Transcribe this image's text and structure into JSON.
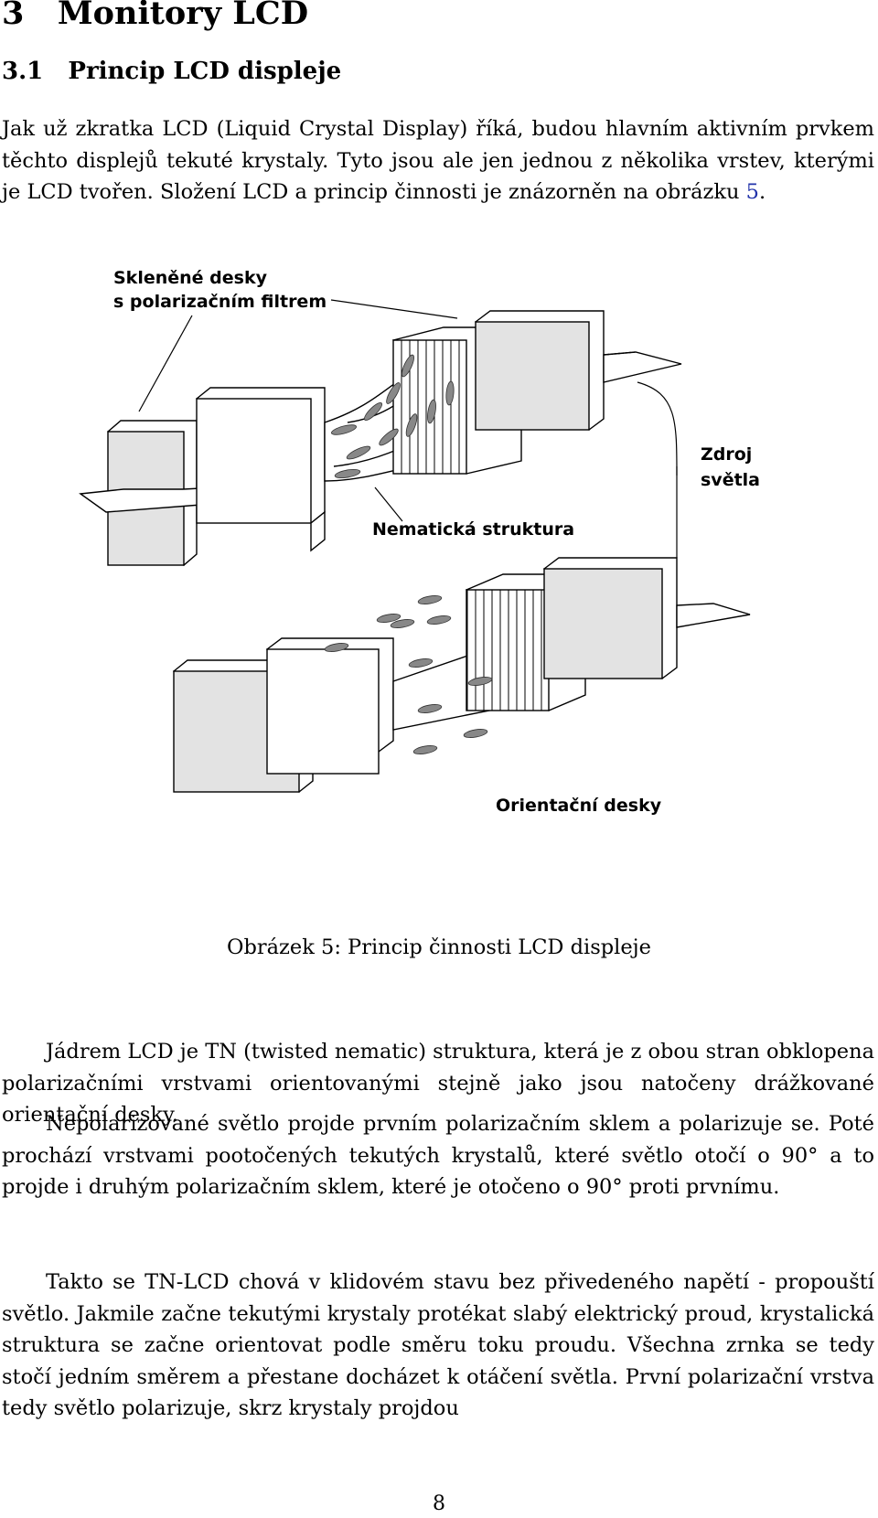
{
  "heading": {
    "number": "3",
    "title": "Monitory LCD"
  },
  "subheading": {
    "number": "3.1",
    "title": "Princip LCD displeje"
  },
  "intro": {
    "text": "Jak už zkratka LCD (Liquid Crystal Display) říká, budou hlavním aktivním prvkem těchto displejů tekuté krystaly. Tyto jsou ale jen jednou z několika vrstev, kterými je LCD tvořen. Složení LCD a princip činnosti je znázorněn na obrázku ",
    "ref": "5",
    "end": "."
  },
  "figure": {
    "labels": {
      "glass_1": "Skleněné desky",
      "glass_2": "s polarizačním filtrem",
      "source_1": "Zdroj",
      "source_2": "světla",
      "nematic": "Nematická struktura",
      "orientation": "Orientační desky"
    },
    "caption": "Obrázek 5: Princip činnosti LCD displeje"
  },
  "paragraphs": [
    "Jádrem LCD je TN (twisted nematic) struktura, která je z obou stran obklopena polarizačními vrstvami orientovanými stejně jako jsou natočeny drážkované orientační desky.",
    "Nepolarizované světlo projde prvním polarizačním sklem a polarizuje se. Poté prochází vrstvami pootočených tekutých krystalů, které světlo otočí o 90° a to projde i druhým polarizačním sklem, které je otočeno o 90° proti prvnímu.",
    "Takto se TN-LCD chová v klidovém stavu bez přivedeného napětí - propouští světlo. Jakmile začne tekutými krystaly protékat slabý elektrický proud, krystalická struktura se začne orientovat podle směru toku proudu. Všechna zrnka se tedy stočí jedním směrem a přestane docházet k otáčení světla. První polarizační vrstva tedy světlo polarizuje, skrz krystaly projdou"
  ],
  "page_number": "8"
}
